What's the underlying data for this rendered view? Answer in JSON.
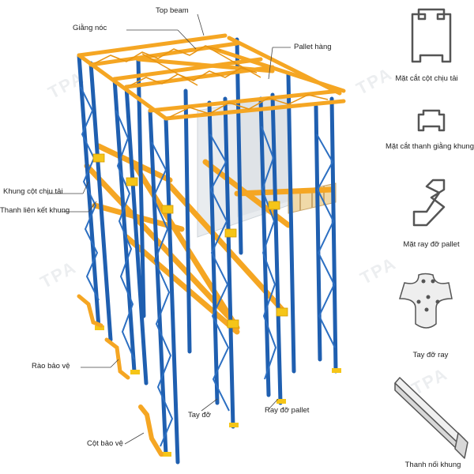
{
  "callouts": {
    "top_beam": "Top beam",
    "giang_noc": "Giằng nóc",
    "pallet_hang": "Pallet hàng",
    "khung_cot": "Khung cột chịu tải",
    "thanh_lien_ket": "Thanh liên kết khung",
    "rao_bao_ve": "Rào bảo vệ",
    "cot_bao_ve": "Cột bảo vệ",
    "tay_do": "Tay đỡ",
    "ray_do_pallet": "Ray đỡ pallet"
  },
  "details": [
    {
      "icon": "column-section-icon",
      "caption": "Mặt cắt cột chịu tải"
    },
    {
      "icon": "frame-brace-section-icon",
      "caption": "Mặt cắt thanh giằng khung"
    },
    {
      "icon": "pallet-rail-section-icon",
      "caption": "Mặt ray đỡ pallet"
    },
    {
      "icon": "rail-support-plate-icon",
      "caption": "Tay đỡ ray"
    },
    {
      "icon": "frame-connector-bar-icon",
      "caption": "Thanh nối khung"
    }
  ],
  "watermark": "TPA",
  "colors": {
    "upright": "#1f5fb0",
    "beam": "#f5a623",
    "pallet": "#f0d9a8",
    "load": "#e9ecef"
  }
}
